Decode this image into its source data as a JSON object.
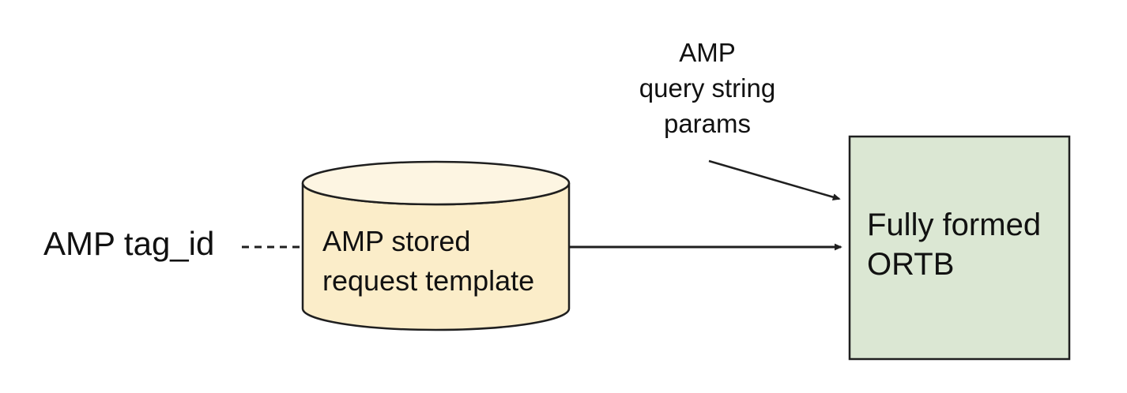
{
  "diagram": {
    "background_color": "#ffffff",
    "stroke_color": "#1f1f1f",
    "text_color": "#111111",
    "nodes": {
      "tag_id": {
        "label": "AMP tag_id"
      },
      "stored_request_template": {
        "shape": "cylinder",
        "lines": [
          "AMP stored",
          "request template"
        ],
        "fill": "#FBEDC9",
        "top_fill": "#FDF5E2"
      },
      "fully_formed_ortb": {
        "shape": "rectangle",
        "lines": [
          "Fully formed",
          "ORTB"
        ],
        "fill": "#DBE7D3"
      }
    },
    "annotations": {
      "query_params": {
        "lines": [
          "AMP",
          "query string",
          "params"
        ]
      }
    },
    "edges": [
      {
        "name": "tagid-to-template",
        "from": "AMP tag_id",
        "to": "AMP stored request template",
        "style": "dashed",
        "arrow": false
      },
      {
        "name": "template-to-ortb",
        "from": "AMP stored request template",
        "to": "Fully formed ORTB",
        "style": "solid",
        "arrow": true
      },
      {
        "name": "queryparams-to-ortb",
        "from": "AMP query string params",
        "to": "Fully formed ORTB",
        "style": "solid",
        "arrow": true
      }
    ]
  }
}
